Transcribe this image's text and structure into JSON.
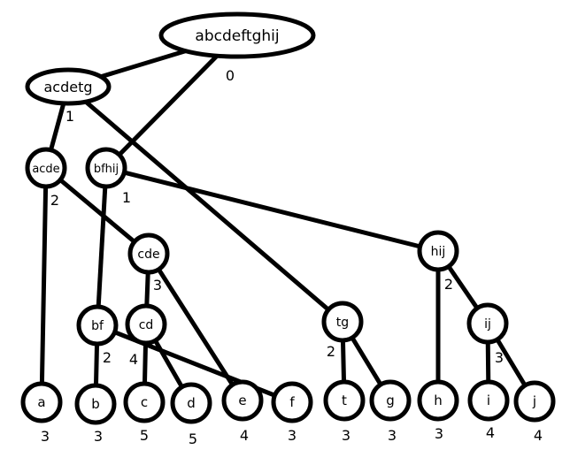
{
  "nodes": {
    "root": {
      "label": "abcdeftghij",
      "level": "0"
    },
    "acdetg": {
      "label": "acdetg",
      "level": "1"
    },
    "acde": {
      "label": "acde",
      "level": "2"
    },
    "bfhij": {
      "label": "bfhij",
      "level": "1"
    },
    "cde": {
      "label": "cde",
      "level": "3"
    },
    "hij": {
      "label": "hij",
      "level": "2"
    },
    "bf": {
      "label": "bf",
      "level": "2"
    },
    "cd": {
      "label": "cd",
      "level": "4"
    },
    "tg": {
      "label": "tg",
      "level": "2"
    },
    "ij": {
      "label": "ij",
      "level": "3"
    },
    "a": {
      "label": "a",
      "level": "3"
    },
    "b": {
      "label": "b",
      "level": "3"
    },
    "c": {
      "label": "c",
      "level": "5"
    },
    "d": {
      "label": "d",
      "level": "5"
    },
    "e": {
      "label": "e",
      "level": "4"
    },
    "f": {
      "label": "f",
      "level": "3"
    },
    "t": {
      "label": "t",
      "level": "3"
    },
    "g": {
      "label": "g",
      "level": "3"
    },
    "h": {
      "label": "h",
      "level": "3"
    },
    "i": {
      "label": "i",
      "level": "4"
    },
    "j": {
      "label": "j",
      "level": "4"
    }
  },
  "edges": [
    [
      "root",
      "acdetg"
    ],
    [
      "root",
      "bfhij"
    ],
    [
      "acdetg",
      "acde"
    ],
    [
      "acdetg",
      "tg"
    ],
    [
      "acde",
      "a"
    ],
    [
      "acde",
      "cde"
    ],
    [
      "bfhij",
      "bf"
    ],
    [
      "bfhij",
      "hij"
    ],
    [
      "cde",
      "cd"
    ],
    [
      "cde",
      "e"
    ],
    [
      "bf",
      "b"
    ],
    [
      "bf",
      "f"
    ],
    [
      "cd",
      "c"
    ],
    [
      "cd",
      "d"
    ],
    [
      "tg",
      "t"
    ],
    [
      "tg",
      "g"
    ],
    [
      "hij",
      "h"
    ],
    [
      "hij",
      "ij"
    ],
    [
      "ij",
      "i"
    ],
    [
      "ij",
      "j"
    ]
  ]
}
